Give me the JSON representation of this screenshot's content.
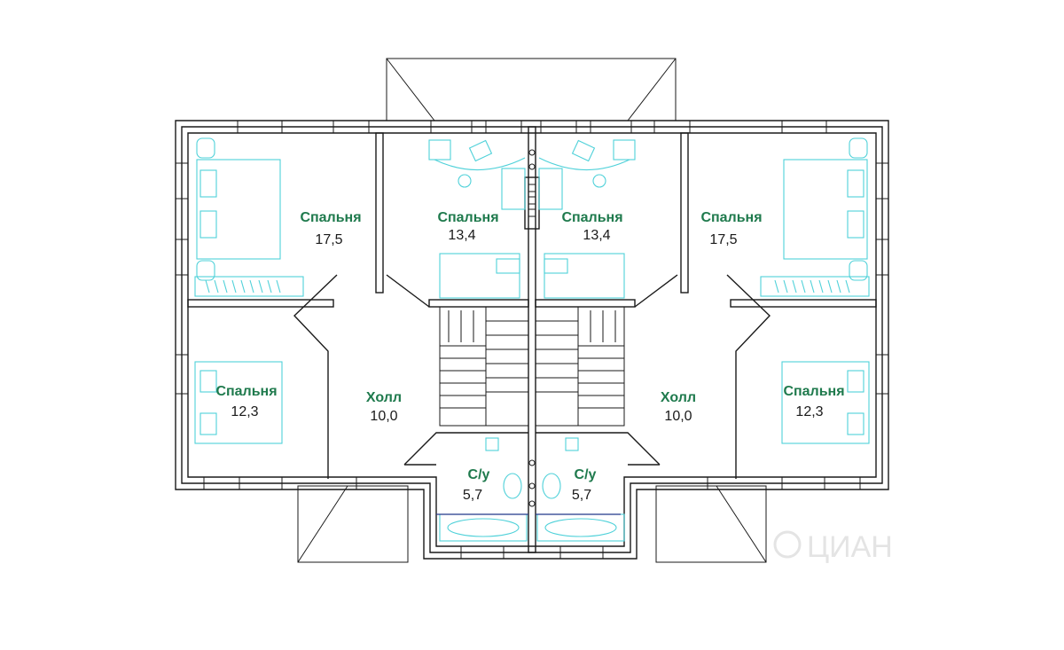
{
  "rooms": [
    {
      "name": "Спальня",
      "area": "17,5"
    },
    {
      "name": "Спальня",
      "area": "13,4"
    },
    {
      "name": "Спальня",
      "area": "13,4"
    },
    {
      "name": "Спальня",
      "area": "17,5"
    },
    {
      "name": "Спальня",
      "area": "12,3"
    },
    {
      "name": "Холл",
      "area": "10,0"
    },
    {
      "name": "Холл",
      "area": "10,0"
    },
    {
      "name": "Спальня",
      "area": "12,3"
    },
    {
      "name": "С/у",
      "area": "5,7"
    },
    {
      "name": "С/у",
      "area": "5,7"
    }
  ],
  "watermark": "ЦИАН",
  "colors": {
    "label": "#1f7a4d",
    "furniture": "#4fd1d9",
    "walls": "#1a1a1a"
  }
}
